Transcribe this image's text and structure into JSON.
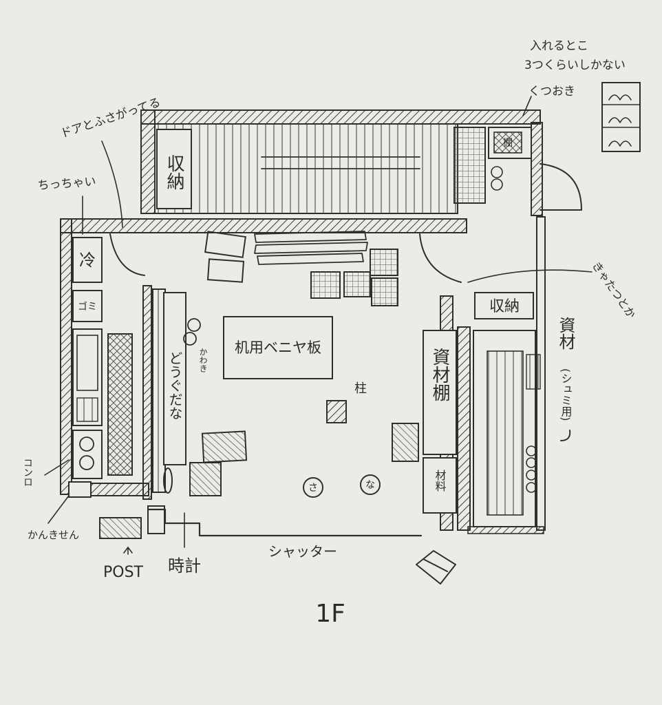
{
  "title": "1F",
  "labels": {
    "storage_top": "収納",
    "storage_right": "収納",
    "fridge": "冷",
    "trash": "ゴミ",
    "stove": "コンロ",
    "ventilation": "かんきせん",
    "post": "POST",
    "clock": "時計",
    "shutter": "シャッター",
    "pillar": "柱",
    "desk_plywood": "机用ベニヤ板",
    "shelf_misc": "どうぐだな",
    "materials_shelf": "資材棚",
    "materials_hobby": "資材",
    "hobby_use": "(シュミ用)",
    "material_small": "材料",
    "dryers": "かわき",
    "stool_sa": "さ",
    "stool_na": "な",
    "kiln_note_line1": "入れるとこ",
    "kiln_note_line2": "3つくらいしかない",
    "kiln_note_label": "くつおき",
    "small_shelf": "棚",
    "door_note": "ドアとふさがってる",
    "chabudai_note": "ちっちゃい",
    "kyatatsu_note": "きゃたつとか"
  },
  "icons": {
    "arrow_up": "arrow-up-icon",
    "pillar": "pillar-icon",
    "stove": "stove-burner-icon"
  }
}
